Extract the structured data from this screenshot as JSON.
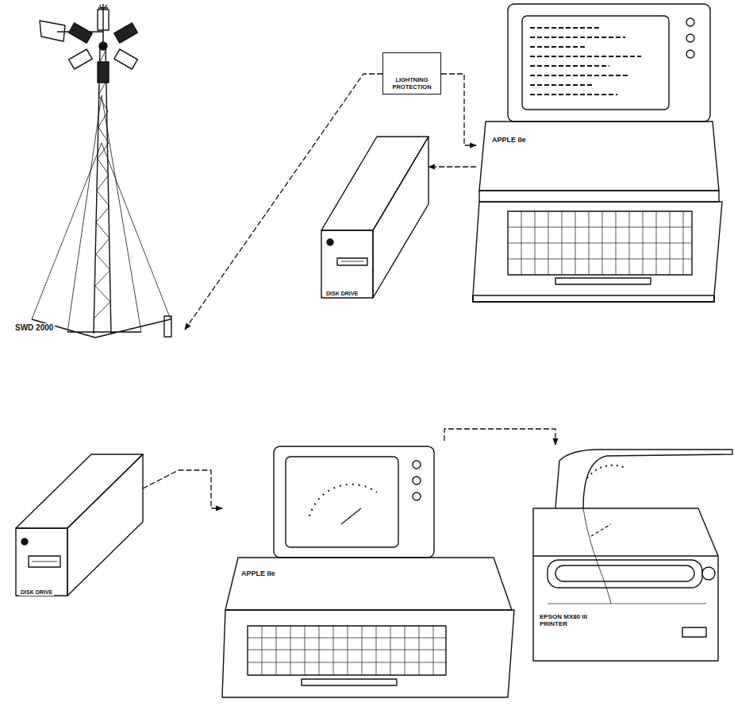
{
  "diagram": {
    "nodes": [
      {
        "text": [
          "SWD 2000"
        ]
      },
      {
        "text": [
          "LIGHTNING PROTECTION"
        ]
      },
      {
        "text": [
          "DISK DRIVE"
        ]
      },
      {
        "text": [
          "APPLE IIe"
        ]
      },
      {
        "text": [
          "DISK DRIVE"
        ]
      },
      {
        "text": [
          "APPLE IIe"
        ]
      },
      {
        "text": [
          "EPSON MX80 III PRINTER"
        ]
      }
    ],
    "edges": [
      {
        "from": 1,
        "to": 0,
        "arrow": "to"
      },
      {
        "from": 1,
        "to": 3,
        "arrow": "to"
      },
      {
        "from": 3,
        "to": 2,
        "arrow": "to"
      },
      {
        "from": 4,
        "to": 5,
        "arrow": "to"
      },
      {
        "from": 5,
        "to": 6,
        "arrow": "to"
      }
    ]
  }
}
